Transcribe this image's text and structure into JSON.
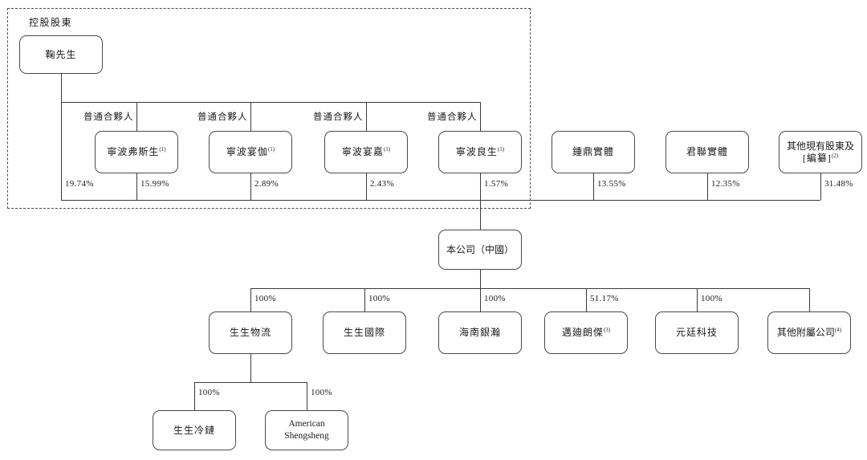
{
  "labels": {
    "controlling_shareholder": "控股股東",
    "general_partner": "普通合夥人"
  },
  "nodes": {
    "mr_ju": {
      "label": "鞠先生",
      "pct": "19.74%"
    },
    "ningbo_fusisheng": {
      "label": "寧波弗斯生",
      "sup": "(1)",
      "pct": "15.99%"
    },
    "ningbo_yanjia": {
      "label": "寧波宴伽",
      "sup": "(1)",
      "pct": "2.89%"
    },
    "ningbo_yanjia2": {
      "label": "寧波宴嘉",
      "sup": "(1)",
      "pct": "2.43%"
    },
    "ningbo_liangsheng": {
      "label": "寧波良生",
      "sup": "(1)",
      "pct": "1.57%"
    },
    "zhongding_entity": {
      "label": "鍾鼎實體",
      "pct": "13.55%"
    },
    "junlian_entity": {
      "label": "君聯實體",
      "pct": "12.35%"
    },
    "other_existing_shareholders": {
      "line1": "其他現有股東及",
      "line2": "[編纂]",
      "sup": "(2)",
      "pct": "31.48%"
    },
    "company": {
      "label": "本公司（中國）"
    },
    "shengsheng_logistics": {
      "label": "生生物流",
      "pct": "100%"
    },
    "shengsheng_international": {
      "label": "生生國際",
      "pct": "100%"
    },
    "hainan_yinhan": {
      "label": "海南銀瀚",
      "pct": "100%"
    },
    "maidilangjie": {
      "label": "邁廸朗傑",
      "sup": "(3)",
      "pct": "51.17%"
    },
    "yuanting_technology": {
      "label": "元廷科技",
      "pct": "100%"
    },
    "other_subsidiaries": {
      "label": "其他附屬公司",
      "sup": "(4)"
    },
    "shengsheng_coldchain": {
      "label": "生生冷鏈",
      "pct": "100%"
    },
    "american_shengsheng": {
      "label": "American Shengsheng",
      "pct": "100%"
    }
  }
}
